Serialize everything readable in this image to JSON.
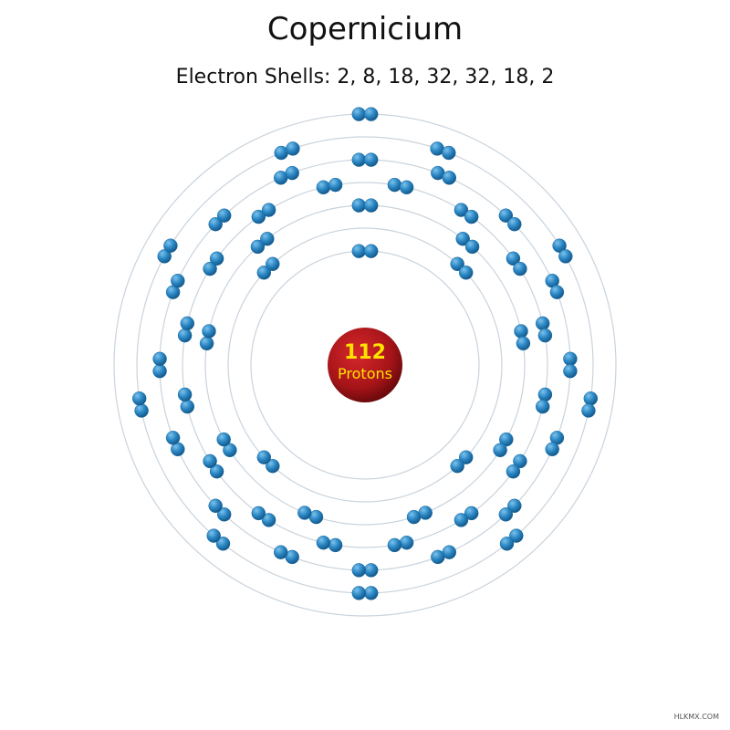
{
  "element": {
    "name": "Copernicium",
    "shells_label": "Electron Shells: 2, 8, 18, 32, 32, 18, 2",
    "shells": [
      2,
      8,
      18,
      32,
      32,
      18,
      2
    ],
    "proton_count": "112",
    "proton_label": "Protons"
  },
  "colors": {
    "nucleus": "#a51418",
    "nucleus_text_number": "#ffe200",
    "nucleus_text_label": "#ffe200",
    "electron": "#2a86c3",
    "shell_ring": "#c9d3dc"
  },
  "watermark": "HLKMX.COM"
}
